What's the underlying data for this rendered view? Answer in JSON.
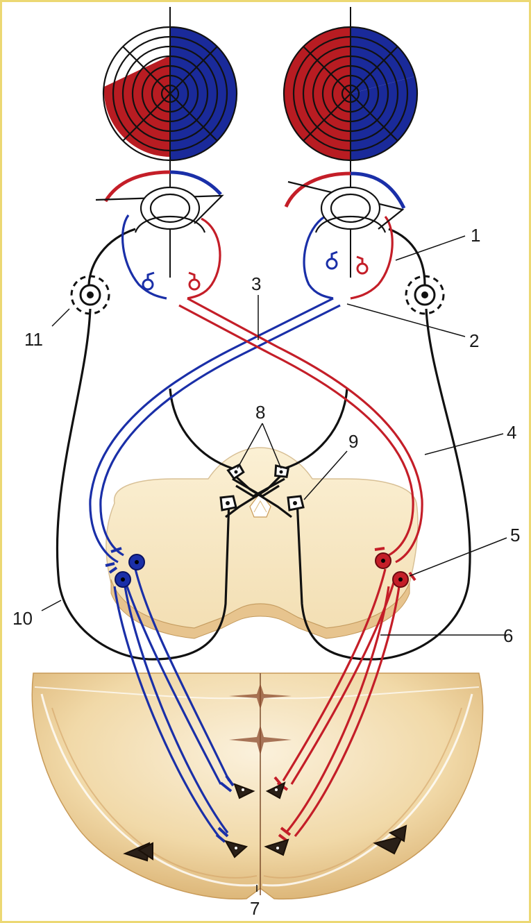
{
  "labels": {
    "l1": "1",
    "l2": "2",
    "l3": "3",
    "l4": "4",
    "l5": "5",
    "l6": "6",
    "l7": "7",
    "l8": "8",
    "l9": "9",
    "l10": "10",
    "l11": "11"
  },
  "colors": {
    "temporal_red": "#c41e28",
    "nasal_blue": "#1a2fa8",
    "black": "#111111",
    "frame": "#ecd873",
    "brainstem": "#f7e6bd",
    "cortex": "#eccf98"
  },
  "icons": {
    "left_retina_chart": "concentric-visual-field-icon",
    "right_retina_chart": "concentric-visual-field-icon",
    "left_eye": "eyeball-icon",
    "right_eye": "eyeball-icon",
    "left_ganglion": "ciliary-ganglion-icon",
    "right_ganglion": "ciliary-ganglion-icon"
  }
}
